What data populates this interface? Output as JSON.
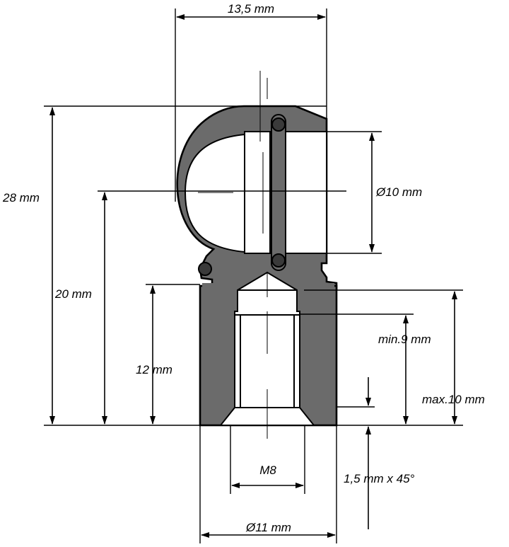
{
  "drawing": {
    "colors": {
      "body": "#6b6b6b",
      "bore": "#ffffff",
      "line": "#000000",
      "ball": "#3a3a3a"
    },
    "labels": {
      "width_top": "13,5 mm",
      "height_total": "28 mm",
      "height_center": "20 mm",
      "height_shank": "12 mm",
      "bore_diameter": "Ø10 mm",
      "min_thread": "min.9 mm",
      "max_thread": "max.10 mm",
      "thread": "M8",
      "chamfer": "1,5 mm x 45°",
      "shank_diameter": "Ø11 mm"
    }
  }
}
